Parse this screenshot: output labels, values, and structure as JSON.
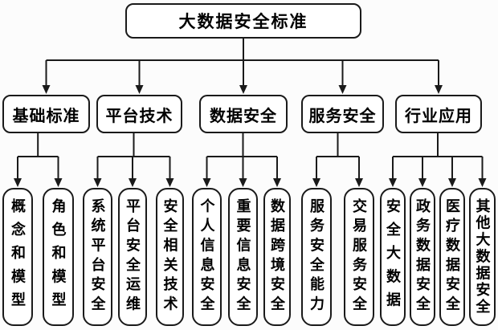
{
  "diagram": {
    "title": "大数据安全标准",
    "groups": [
      {
        "label": "基础标准",
        "children": [
          "概念和模型",
          "角色和模型"
        ]
      },
      {
        "label": "平台技术",
        "children": [
          "系统平台安全",
          "平台安全运维",
          "安全相关技术"
        ]
      },
      {
        "label": "数据安全",
        "children": [
          "个人信息安全",
          "重要信息安全",
          "数据跨境安全"
        ]
      },
      {
        "label": "服务安全",
        "children": [
          "服务安全能力",
          "交易服务安全"
        ]
      },
      {
        "label": "行业应用",
        "children": [
          "安全大数据",
          "政务数据安全",
          "医疗数据安全",
          "其他大数据安全"
        ]
      }
    ],
    "colors": {
      "line": "#1a1a1a",
      "box_background": "#ffffff",
      "page_background": "#fcfcfc"
    }
  }
}
